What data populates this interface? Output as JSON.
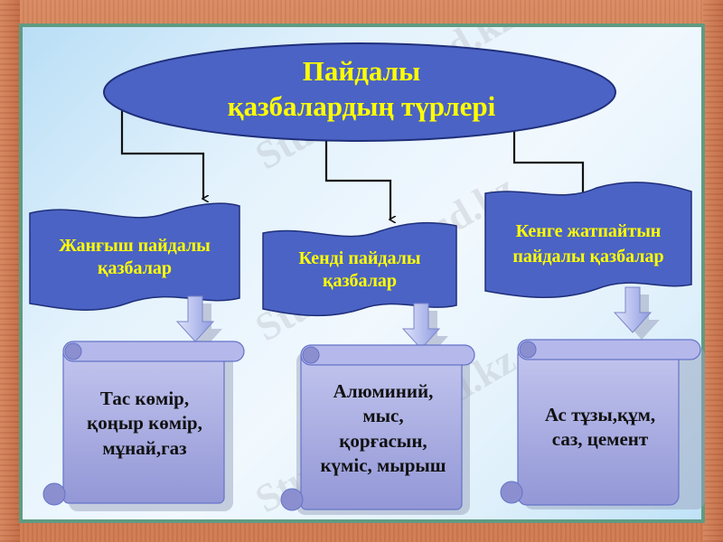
{
  "title": {
    "line1": "Пайдалы",
    "line2": "қазбалардың түрлері"
  },
  "categories": [
    {
      "name": "Жанғыш пайдалы қазбалар",
      "line1": "Жанғыш пайдалы",
      "line2": "қазбалар",
      "examples": {
        "line1": "Тас көмір,",
        "line2": "қоңыр көмір,",
        "line3": "мұнай,газ"
      }
    },
    {
      "name": "Кенді пайдалы қазбалар",
      "line1": "Кенді пайдалы",
      "line2": "қазбалар",
      "examples": {
        "line1": "Алюминий,",
        "line2": "мыс,",
        "line3": "қорғасын,",
        "line4": "күміс, мырыш"
      }
    },
    {
      "name": "Кенге жатпайтын пайдалы қазбалар",
      "line1": "Кенге жатпайтын",
      "line2": "пайдалы қазбалар",
      "examples": {
        "line1": "Ас тұзы,құм,",
        "line2": "саз, цемент"
      }
    }
  ],
  "watermark": "Stud.kz - Stud.kz",
  "colors": {
    "shape_fill": "#4b63c4",
    "shape_stroke": "#1f2f7a",
    "title_text": "#ffff00",
    "scroll_fill": "#a9acdf",
    "frame_wood": "#c8704a",
    "frame_mat": "#5f9b82",
    "board_bg": "#e3f2fc"
  }
}
